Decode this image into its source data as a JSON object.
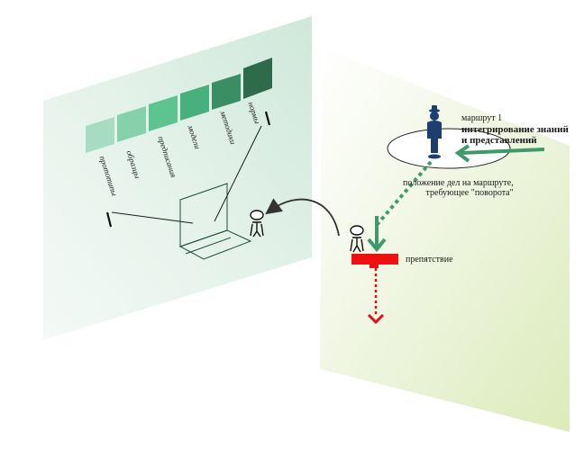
{
  "labels": {
    "route_number": "маршрут 1",
    "route_title_line1": "интегрирование знаний",
    "route_title_line2": "и представлений",
    "situation_line1": "положение дел на маршруте,",
    "situation_line2": "требующее \"поворота\"",
    "obstacle": "препятствие"
  },
  "artifact_scale": [
    {
      "label": "прототипы",
      "color": "#a8dcc0"
    },
    {
      "label": "образцы",
      "color": "#86d0aa"
    },
    {
      "label": "предписания",
      "color": "#5ec48f"
    },
    {
      "label": "модели",
      "color": "#48b07c"
    },
    {
      "label": "методики",
      "color": "#3a8e64"
    },
    {
      "label": "нормы",
      "color": "#2d6b4b"
    }
  ],
  "colors": {
    "left_panel": "#d6ece0",
    "right_panel": "#e8f2d0",
    "route_green": "#3e9a6a",
    "obstacle_red": "#ee1111",
    "figure_navy": "#1d3f70"
  }
}
